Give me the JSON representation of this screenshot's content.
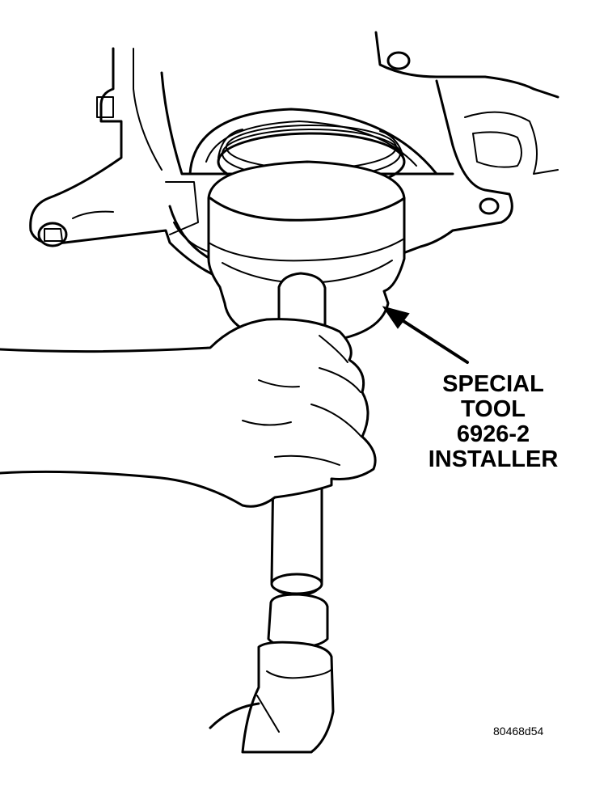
{
  "callout": {
    "line1": "SPECIAL",
    "line2": "TOOL",
    "line3": "6926-2",
    "line4": "INSTALLER"
  },
  "figure_id": "80468d54"
}
